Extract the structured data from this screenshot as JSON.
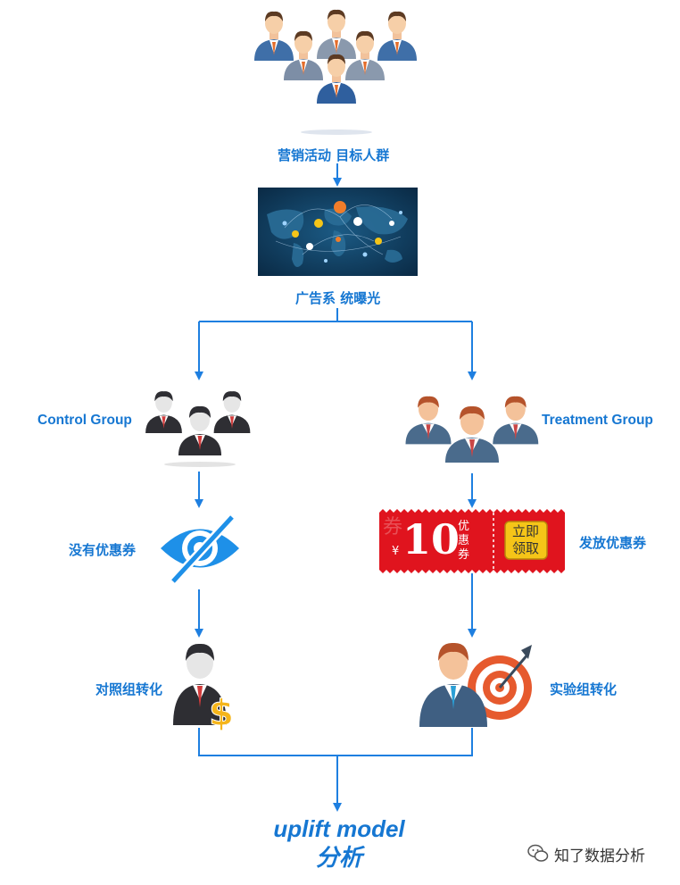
{
  "colors": {
    "flow": "#1e7fe0",
    "label": "#1677d2",
    "coupon": "#e0141e",
    "coupon_gold": "#f5c518"
  },
  "labels": {
    "audience": "营销活动 目标人群",
    "ad_system": "广告系 统曝光",
    "control_group": "Control Group",
    "treatment_group": "Treatment Group",
    "no_coupon": "没有优惠券",
    "give_coupon": "发放优惠券",
    "control_conversion": "对照组转化",
    "treatment_conversion": "实验组转化"
  },
  "coupon": {
    "currency": "¥",
    "amount": "10",
    "type": "优惠券",
    "button": "立即领取",
    "watermark": "券"
  },
  "bottom": {
    "line1": "uplift model",
    "line2": "分析"
  },
  "watermark": {
    "text": "知了数据分析"
  },
  "icons": {
    "audience": "crowd-icon",
    "ad_system": "world-network-icon",
    "control": "people-dark-icon",
    "treatment": "people-blue-icon",
    "no_coupon": "eye-slash-icon",
    "control_conversion": "person-dollar-icon",
    "treatment_conversion": "person-target-icon",
    "watermark": "wechat-icon"
  }
}
